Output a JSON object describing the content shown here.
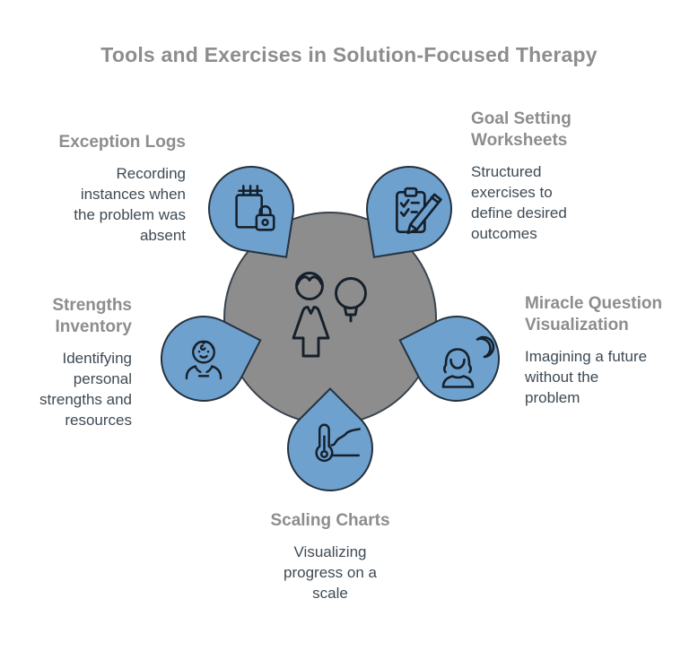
{
  "title": "Tools and Exercises in Solution-Focused Therapy",
  "colors": {
    "background": "#ffffff",
    "title_gray": "#8d8d8d",
    "heading_gray": "#8d8d8d",
    "body_slate": "#3e4a54",
    "shape_blue": "#6fa1ce",
    "shape_blue_border": "#24323f",
    "center_gray": "#8d8d8d",
    "center_gray_border": "#39434d",
    "icon_stroke": "#15202b"
  },
  "center": {
    "icon": "person-lightbulb-icon"
  },
  "items": [
    {
      "id": "exception-logs",
      "title": "Exception Logs",
      "description": "Recording instances when the problem was absent",
      "icon": "notepad-lock-icon"
    },
    {
      "id": "goal-setting-worksheets",
      "title": "Goal Setting Worksheets",
      "description": "Structured exercises to define desired outcomes",
      "icon": "clipboard-pencil-icon"
    },
    {
      "id": "strengths-inventory",
      "title": "Strengths Inventory",
      "description": "Identifying personal strengths and resources",
      "icon": "person-flexing-icon"
    },
    {
      "id": "miracle-question-visualization",
      "title": "Miracle Question Visualization",
      "description": "Imagining a future without the problem",
      "icon": "person-moon-icon"
    },
    {
      "id": "scaling-charts",
      "title": "Scaling Charts",
      "description": "Visualizing progress on a scale",
      "icon": "thermometer-chart-icon"
    }
  ]
}
